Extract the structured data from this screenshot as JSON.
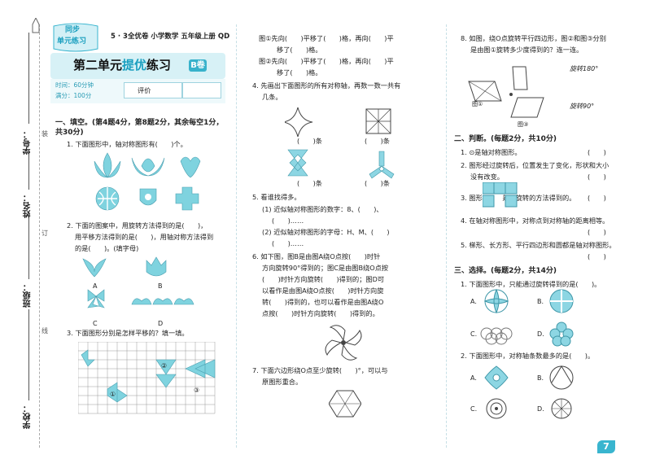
{
  "header": {
    "book": "5 · 3全优卷  小学数学  五年级上册  QD",
    "badge_line1": "同步",
    "badge_line2": "单元练习",
    "title_pre": "第二单元",
    "title_hl": "提优",
    "title_post": "练习",
    "title_badge": "B卷",
    "time": "时间：60分钟",
    "score": "满分：100分",
    "rating_label": "评价"
  },
  "binding": {
    "student_no": "学号：",
    "name": "姓名：",
    "class": "班级：",
    "school": "学校：",
    "mark_zhuang": "装",
    "mark_ding": "订",
    "mark_xian": "线"
  },
  "col1": {
    "sec1": "一、填空。(第4题4分，第8题2分，其余每空1分，共30分)",
    "q1": "1. 下面图形中，轴对称图形有(　　)个。",
    "q2_l1": "2. 下面的图案中，用旋转方法得到的是(　　)，",
    "q2_l2": "用平移方法得到的是(　　)，用轴对称方法得到",
    "q2_l3": "的是(　　)。(填字母)",
    "q2_opts": [
      "A",
      "B",
      "C",
      "D"
    ],
    "q3": "3. 下面图形分别是怎样平移的？填一填。",
    "q3_marks": [
      "①",
      "②",
      "③"
    ]
  },
  "col2": {
    "q3c_l1": "图①先向(　　)平移了(　　)格，再向(　　)平",
    "q3c_l2": "移了(　　)格。",
    "q3c_l3": "图②先向(　　)平移了(　　)格，再向(　　)平",
    "q3c_l4": "移了(　　)格。",
    "q4_l1": "4. 先画出下面图形的所有对称轴，再数一数一共有",
    "q4_l2": "几条。",
    "q4_blanks": [
      "(　　)条",
      "(　　)条",
      "(　　)条",
      "(　　)条"
    ],
    "q5": "5. 看谁找得多。",
    "q5_l1": "(1) 近似轴对称图形的数字：8、(　　)、",
    "q5_l2": "(　　)……",
    "q5_l3": "(2) 近似轴对称图形的字母：H、M、(　　)",
    "q5_l4": "(　　)……",
    "q6_l1": "6. 如下图，图B是由图A绕O点按(　　)时针",
    "q6_l2": "方向旋转90°得到的；图C是由图B绕O点按",
    "q6_l3": "(　　)时针方向旋转(　　)得到的；图D可",
    "q6_l4": "以看作是由图A绕O点按(　　)时针方向旋",
    "q6_l5": "转(　　)得到的，也可以看作是由图A绕O",
    "q6_l6": "点按(　　)时针方向旋转(　　)得到的。",
    "q7_l1": "7. 下面六边形绕O点至少旋转(　　)°，可以与",
    "q7_l2": "原图形重合。"
  },
  "col3": {
    "q8_l1": "8. 如图，绕O点旋转平行四边形，图②和图③分别",
    "q8_l2": "是由图①旋转多少度得到的？连一连。",
    "q8_r1": "旋转180°",
    "q8_r2": "旋转90°",
    "sec2": "二、判断。(每题2分，共10分)",
    "j1": "1. ⊙是轴对称图形。",
    "j2_l1": "2. 图形经过旋转后，位置发生了变化，形状和大小",
    "j2_l2": "没有改变。",
    "j3": "3. 图形　　　是用旋转的方法得到的。",
    "j4": "4. 在轴对称图形中，对称点到对称轴的距离相等。",
    "j5": "5. 梯形、长方形、平行四边形和圆都是轴对称图形。",
    "paren": "(　　)",
    "sec3": "三、选择。(每题2分，共14分)",
    "c1": "1. 下面图形中，只能通过旋转得到的是(　　)。",
    "c2": "2. 下面图形中，对称轴条数最多的是(　　)。",
    "opts": [
      "A.",
      "B.",
      "C.",
      "D."
    ]
  },
  "page_number": "7"
}
